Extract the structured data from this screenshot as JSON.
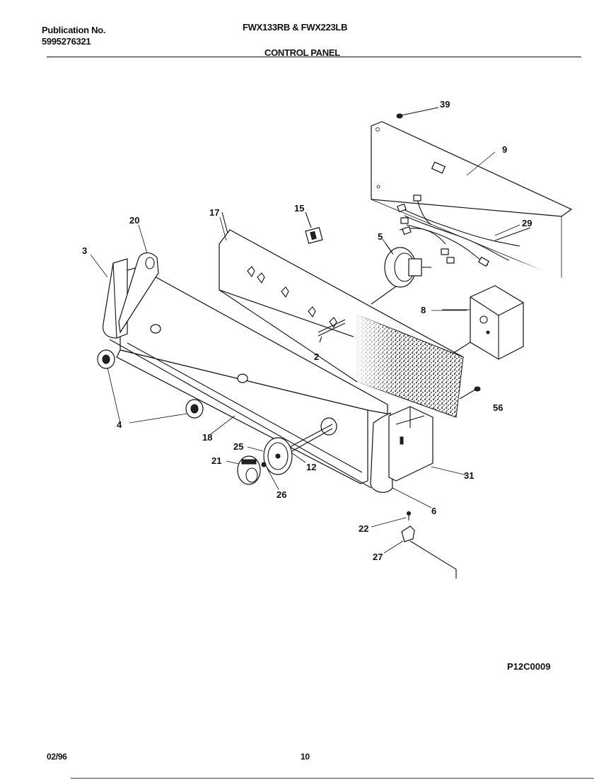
{
  "header": {
    "publication_label": "Publication No.",
    "publication_number": "5995276321",
    "models": "FWX133RB & FWX223LB",
    "section_title": "CONTROL PANEL"
  },
  "diagram": {
    "drawing_code": "P12C0009",
    "callouts": [
      "39",
      "9",
      "29",
      "15",
      "17",
      "20",
      "3",
      "5",
      "8",
      "2",
      "56",
      "4",
      "18",
      "25",
      "21",
      "12",
      "26",
      "31",
      "6",
      "22",
      "27"
    ]
  },
  "footer": {
    "date": "02/96",
    "page_number": "10"
  }
}
